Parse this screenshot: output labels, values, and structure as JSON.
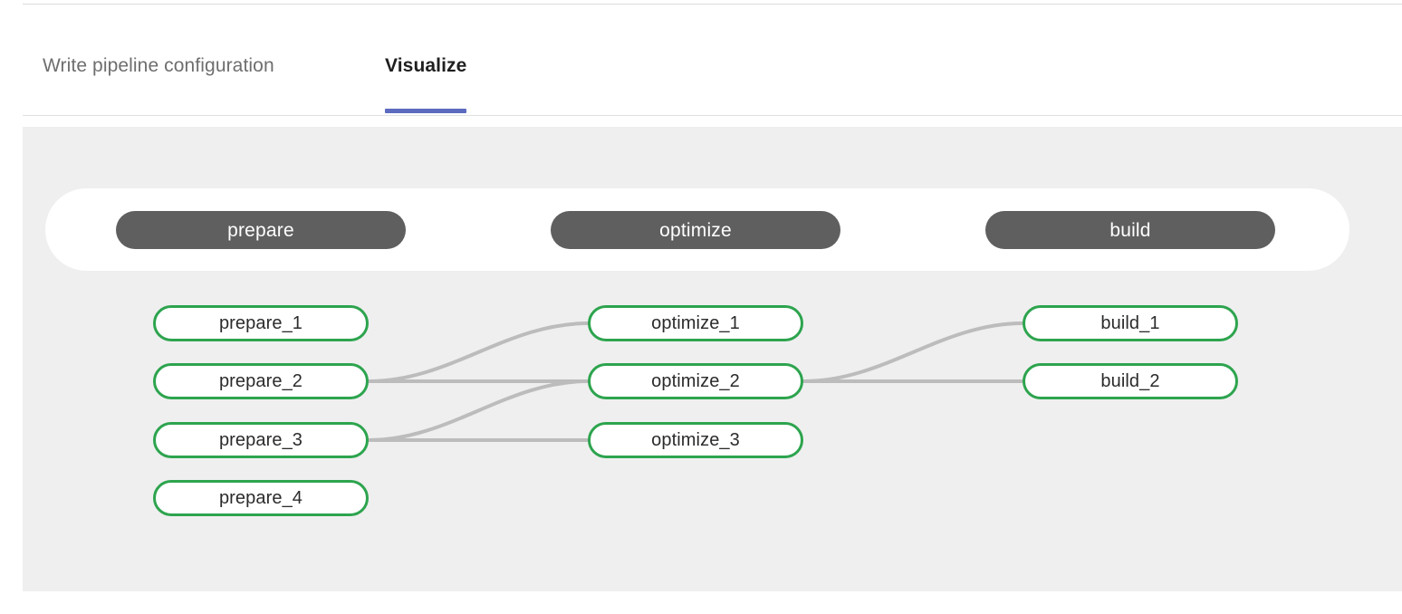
{
  "theme": {
    "canvas_background": "#efefef",
    "page_background": "#ffffff",
    "stage_pill_color": "#5f5f5f",
    "job_border_color": "#2da44e",
    "link_color": "#bcbcbc",
    "active_tab_accent": "#5c6bc0",
    "inactive_tab_text": "#6e6e6e",
    "active_tab_text": "#1f1f1f"
  },
  "tabs": [
    {
      "id": "write-pipeline-configuration",
      "label": "Write pipeline configuration",
      "active": false
    },
    {
      "id": "visualize",
      "label": "Visualize",
      "active": true
    }
  ],
  "graph": {
    "stages": [
      {
        "id": "prepare",
        "label": "prepare"
      },
      {
        "id": "optimize",
        "label": "optimize"
      },
      {
        "id": "build",
        "label": "build"
      }
    ],
    "jobs": {
      "prepare": [
        {
          "id": "prepare_1",
          "label": "prepare_1"
        },
        {
          "id": "prepare_2",
          "label": "prepare_2"
        },
        {
          "id": "prepare_3",
          "label": "prepare_3"
        },
        {
          "id": "prepare_4",
          "label": "prepare_4"
        }
      ],
      "optimize": [
        {
          "id": "optimize_1",
          "label": "optimize_1"
        },
        {
          "id": "optimize_2",
          "label": "optimize_2"
        },
        {
          "id": "optimize_3",
          "label": "optimize_3"
        }
      ],
      "build": [
        {
          "id": "build_1",
          "label": "build_1"
        },
        {
          "id": "build_2",
          "label": "build_2"
        }
      ]
    },
    "links": [
      {
        "from": "prepare_2",
        "to": "optimize_1"
      },
      {
        "from": "prepare_2",
        "to": "optimize_2"
      },
      {
        "from": "prepare_3",
        "to": "optimize_2"
      },
      {
        "from": "prepare_3",
        "to": "optimize_3"
      },
      {
        "from": "optimize_2",
        "to": "build_1"
      },
      {
        "from": "optimize_2",
        "to": "build_2"
      }
    ]
  }
}
